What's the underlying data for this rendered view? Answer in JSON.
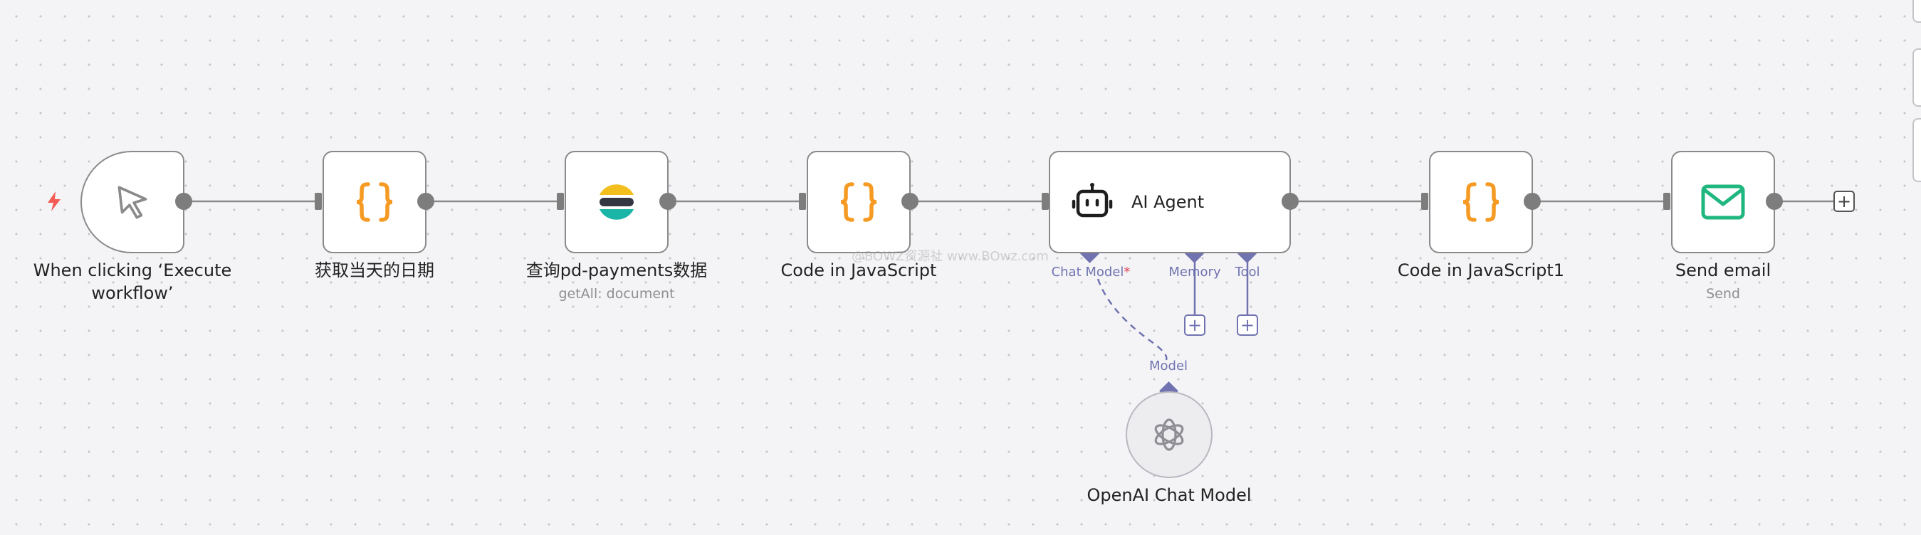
{
  "nodes": {
    "trigger": {
      "label": "When clicking ‘Execute\nworkflow’"
    },
    "date": {
      "label": "获取当天的日期"
    },
    "query": {
      "label": "查询pd-payments数据",
      "sublabel": "getAll: document"
    },
    "code1": {
      "label": "Code in JavaScript"
    },
    "agent": {
      "label": "AI Agent"
    },
    "code2": {
      "label": "Code in JavaScript1"
    },
    "email": {
      "label": "Send email",
      "sublabel": "Send"
    },
    "openai": {
      "label": "OpenAI Chat Model"
    }
  },
  "ports": {
    "chat_model": "Chat Model",
    "chat_model_required": "*",
    "memory": "Memory",
    "tool": "Tool",
    "model": "Model"
  },
  "buttons": {
    "plus": "+"
  },
  "watermark": "@BOWZ资源社 www.BOwz.com",
  "icons": {
    "trigger_badge": "lightning-icon",
    "trigger": "cursor-icon",
    "code": "braces-icon",
    "elasticsearch": "elasticsearch-icon",
    "agent": "robot-icon",
    "email": "envelope-icon",
    "openai": "openai-icon"
  },
  "colors": {
    "code_icon": "#f59a23",
    "email_icon": "#1fb67f",
    "ai_port": "#7073b0",
    "trigger_badge": "#f25c54",
    "es_yellow": "#f3bf1f",
    "es_teal": "#1bb5a8"
  }
}
